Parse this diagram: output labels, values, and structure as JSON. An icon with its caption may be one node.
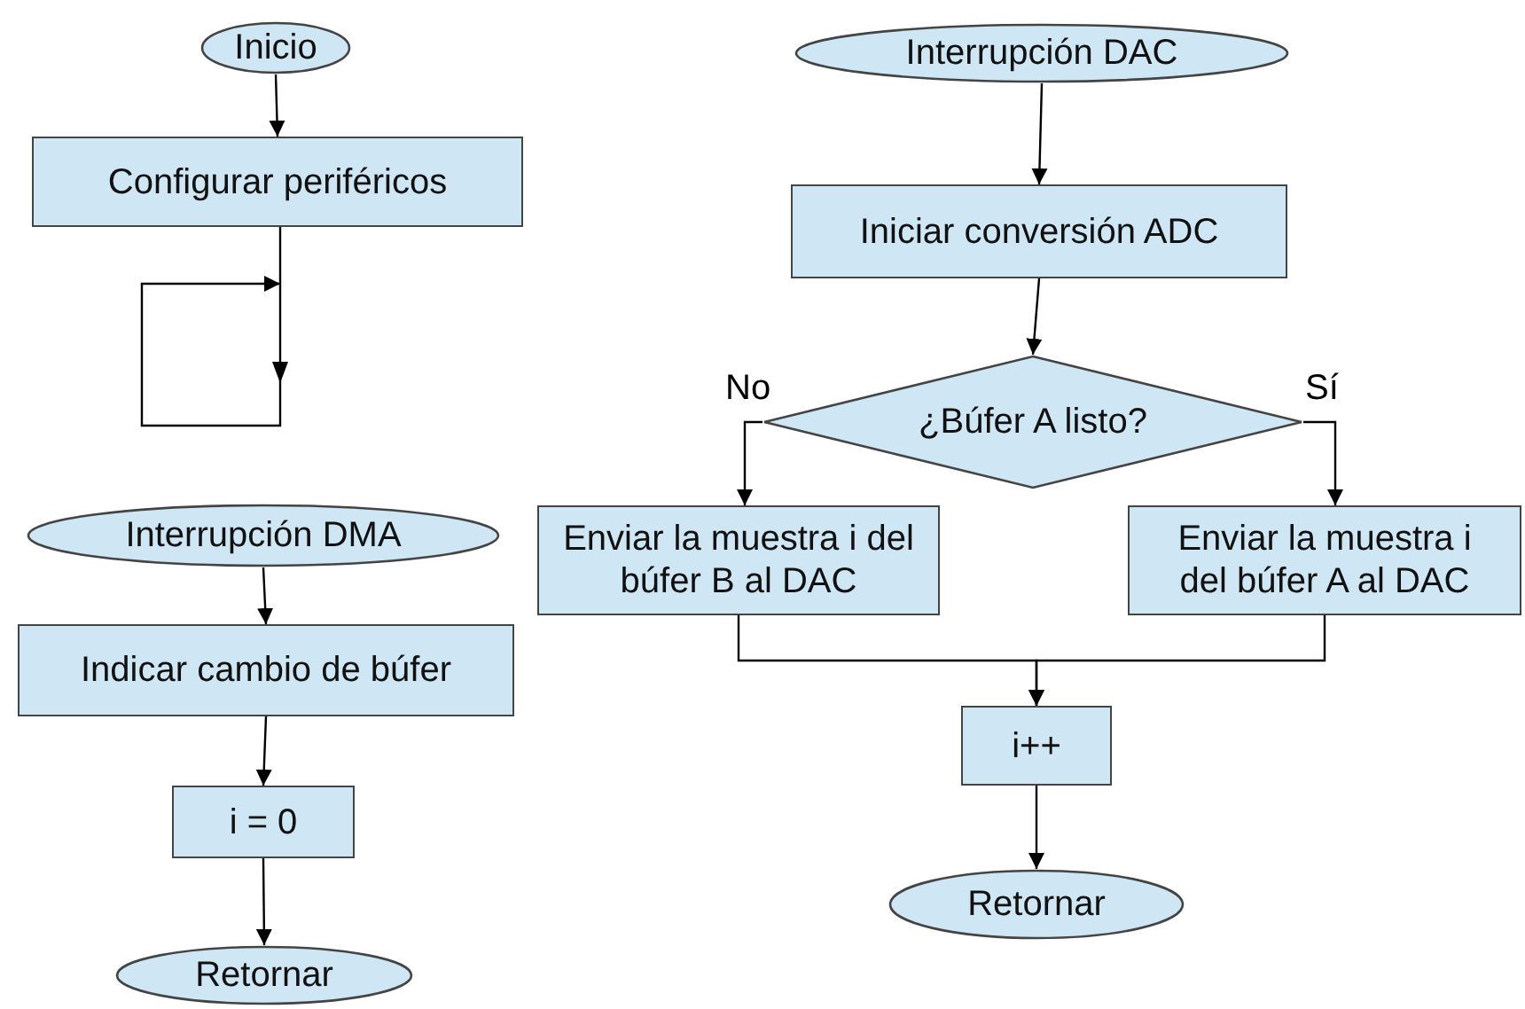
{
  "diagram": {
    "nodes": [
      {
        "text": [
          "Inicio"
        ]
      },
      {
        "text": [
          "Configurar periféricos"
        ]
      },
      {
        "text": [
          "Interrupción DMA"
        ]
      },
      {
        "text": [
          "Indicar cambio de búfer"
        ]
      },
      {
        "text": [
          "i = 0"
        ]
      },
      {
        "text": [
          "Retornar"
        ]
      },
      {
        "text": [
          "Interrupción DAC"
        ]
      },
      {
        "text": [
          "Iniciar conversión ADC"
        ]
      },
      {
        "text": [
          "¿Búfer A listo?"
        ]
      },
      {
        "text": [
          "Enviar la muestra i del búfer B al DAC"
        ]
      },
      {
        "text": [
          "Enviar la muestra i del búfer A al DAC"
        ]
      },
      {
        "text": [
          "i++"
        ]
      },
      {
        "text": [
          "Retornar"
        ]
      }
    ],
    "edges": [
      {
        "from": 0,
        "to": 1,
        "arrow": "to"
      },
      {
        "from": 1,
        "to": null,
        "arrow": "to"
      },
      {
        "from": 2,
        "to": 3,
        "arrow": "to"
      },
      {
        "from": 3,
        "to": 4,
        "arrow": "to"
      },
      {
        "from": 4,
        "to": 5,
        "arrow": "to"
      },
      {
        "from": 6,
        "to": 7,
        "arrow": "to"
      },
      {
        "from": 7,
        "to": 8,
        "arrow": "to"
      },
      {
        "from": 8,
        "to": 9,
        "label": "No",
        "arrow": "to"
      },
      {
        "from": 8,
        "to": 10,
        "label": "Sí",
        "arrow": "to"
      },
      {
        "from": 9,
        "to": 11,
        "arrow": "to"
      },
      {
        "from": 10,
        "to": 11,
        "arrow": "to"
      },
      {
        "from": 11,
        "to": 12,
        "arrow": "to"
      }
    ]
  }
}
